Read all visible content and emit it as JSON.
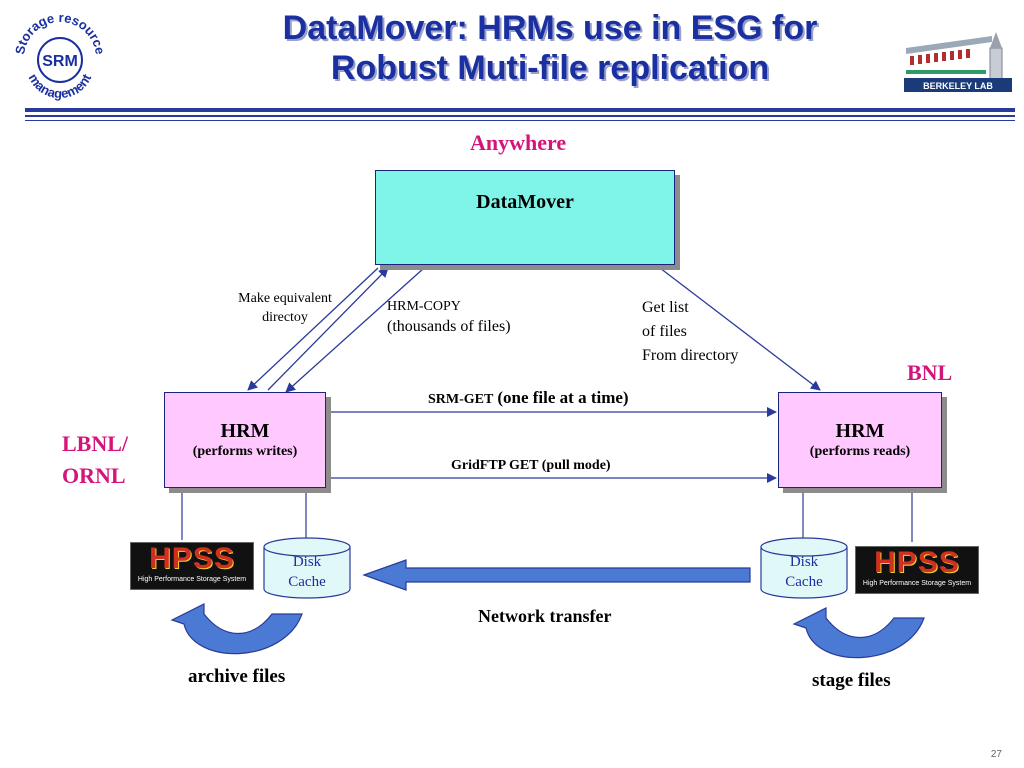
{
  "slide": {
    "title_line1": "DataMover: HRMs use in ESG for",
    "title_line2": "Robust Muti-file replication",
    "page_number": "27"
  },
  "logos": {
    "srm_ring_top": "Storage resource",
    "srm_ring_bottom": "management",
    "srm_center": "SRM",
    "berkeley_lab_text": "BERKELEY LAB"
  },
  "diagram": {
    "anywhere_label": "Anywhere",
    "datamover_label": "DataMover",
    "make_equiv_line1": "Make equivalent",
    "make_equiv_line2": "directoy",
    "hrm_copy_line1": "HRM-COPY",
    "hrm_copy_line2": "(thousands of files)",
    "get_list_line1": "Get list",
    "get_list_line2": "of files",
    "get_list_line3": "From directory",
    "bnl_label": "BNL",
    "lbnl_line1": "LBNL/",
    "lbnl_line2": "ORNL",
    "hrm_left_title": "HRM",
    "hrm_left_sub": "(performs writes)",
    "hrm_right_title": "HRM",
    "hrm_right_sub": "(performs reads)",
    "srm_get_prefix": "SRM-GET",
    "srm_get_suffix": "(one file at a time)",
    "gridftp_label": "GridFTP GET (pull mode)",
    "disk_cache_line1": "Disk",
    "disk_cache_line2": "Cache",
    "network_transfer": "Network transfer",
    "archive_files": "archive files",
    "stage_files": "stage files",
    "hpss_big": "HPSS",
    "hpss_small": "High Performance Storage System"
  },
  "colors": {
    "title_blue": "#1a2fa0",
    "magenta": "#d4147a",
    "datamover_fill": "#7ff5ea",
    "hrm_fill": "#ffc8ff",
    "arrow_blue": "#4a7ad4",
    "line_blue": "#2a3a9a"
  }
}
